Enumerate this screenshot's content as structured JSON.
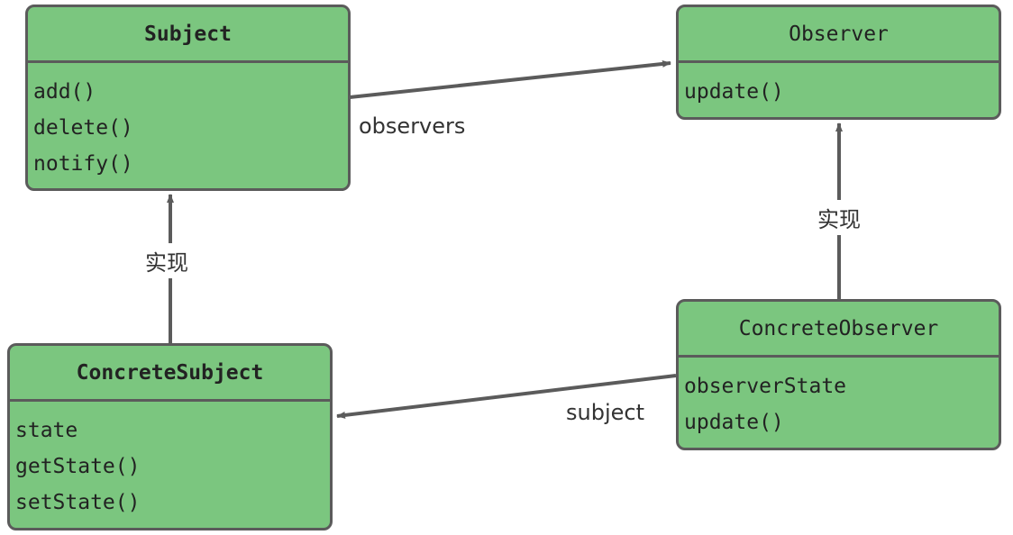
{
  "classes": {
    "subject": {
      "name": "Subject",
      "members": [
        "add()",
        "delete()",
        "notify()"
      ]
    },
    "observer": {
      "name": "Observer",
      "members": [
        "update()"
      ]
    },
    "concrete_subject": {
      "name": "ConcreteSubject",
      "members": [
        "state",
        "getState()",
        "setState()"
      ]
    },
    "concrete_observer": {
      "name": "ConcreteObserver",
      "members": [
        "observerState",
        "update()"
      ]
    }
  },
  "edges": {
    "observers_label": "observers",
    "subject_label": "subject",
    "implements_left": "实现",
    "implements_right": "实现"
  },
  "colors": {
    "box_fill": "#7bc67f",
    "border": "#5b5b5b",
    "arrow": "#5b5b5b"
  }
}
